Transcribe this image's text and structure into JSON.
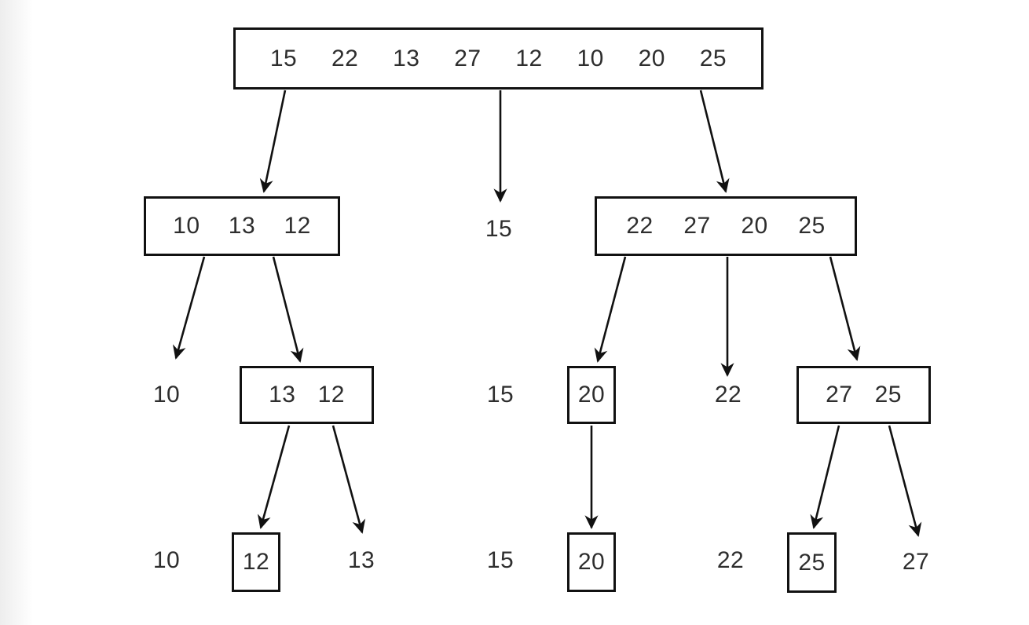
{
  "nodes": {
    "root": {
      "values": [
        "15",
        "22",
        "13",
        "27",
        "12",
        "10",
        "20",
        "25"
      ]
    },
    "level2": {
      "left": {
        "values": [
          "10",
          "13",
          "12"
        ]
      },
      "pivot": "15",
      "right": {
        "values": [
          "22",
          "27",
          "20",
          "25"
        ]
      }
    },
    "level3": {
      "value_10": "10",
      "box_13_12": {
        "values": [
          "13",
          "12"
        ]
      },
      "value_15": "15",
      "box_20": {
        "values": [
          "20"
        ]
      },
      "value_22": "22",
      "box_27_25": {
        "values": [
          "27",
          "25"
        ]
      }
    },
    "level4": {
      "value_10": "10",
      "box_12": {
        "values": [
          "12"
        ]
      },
      "value_13": "13",
      "value_15": "15",
      "box_20": {
        "values": [
          "20"
        ]
      },
      "value_22": "22",
      "box_25": {
        "values": [
          "25"
        ]
      },
      "value_27": "27"
    }
  },
  "colors": {
    "line": "#111111",
    "text": "#2e2e2e",
    "background": "#ffffff"
  }
}
